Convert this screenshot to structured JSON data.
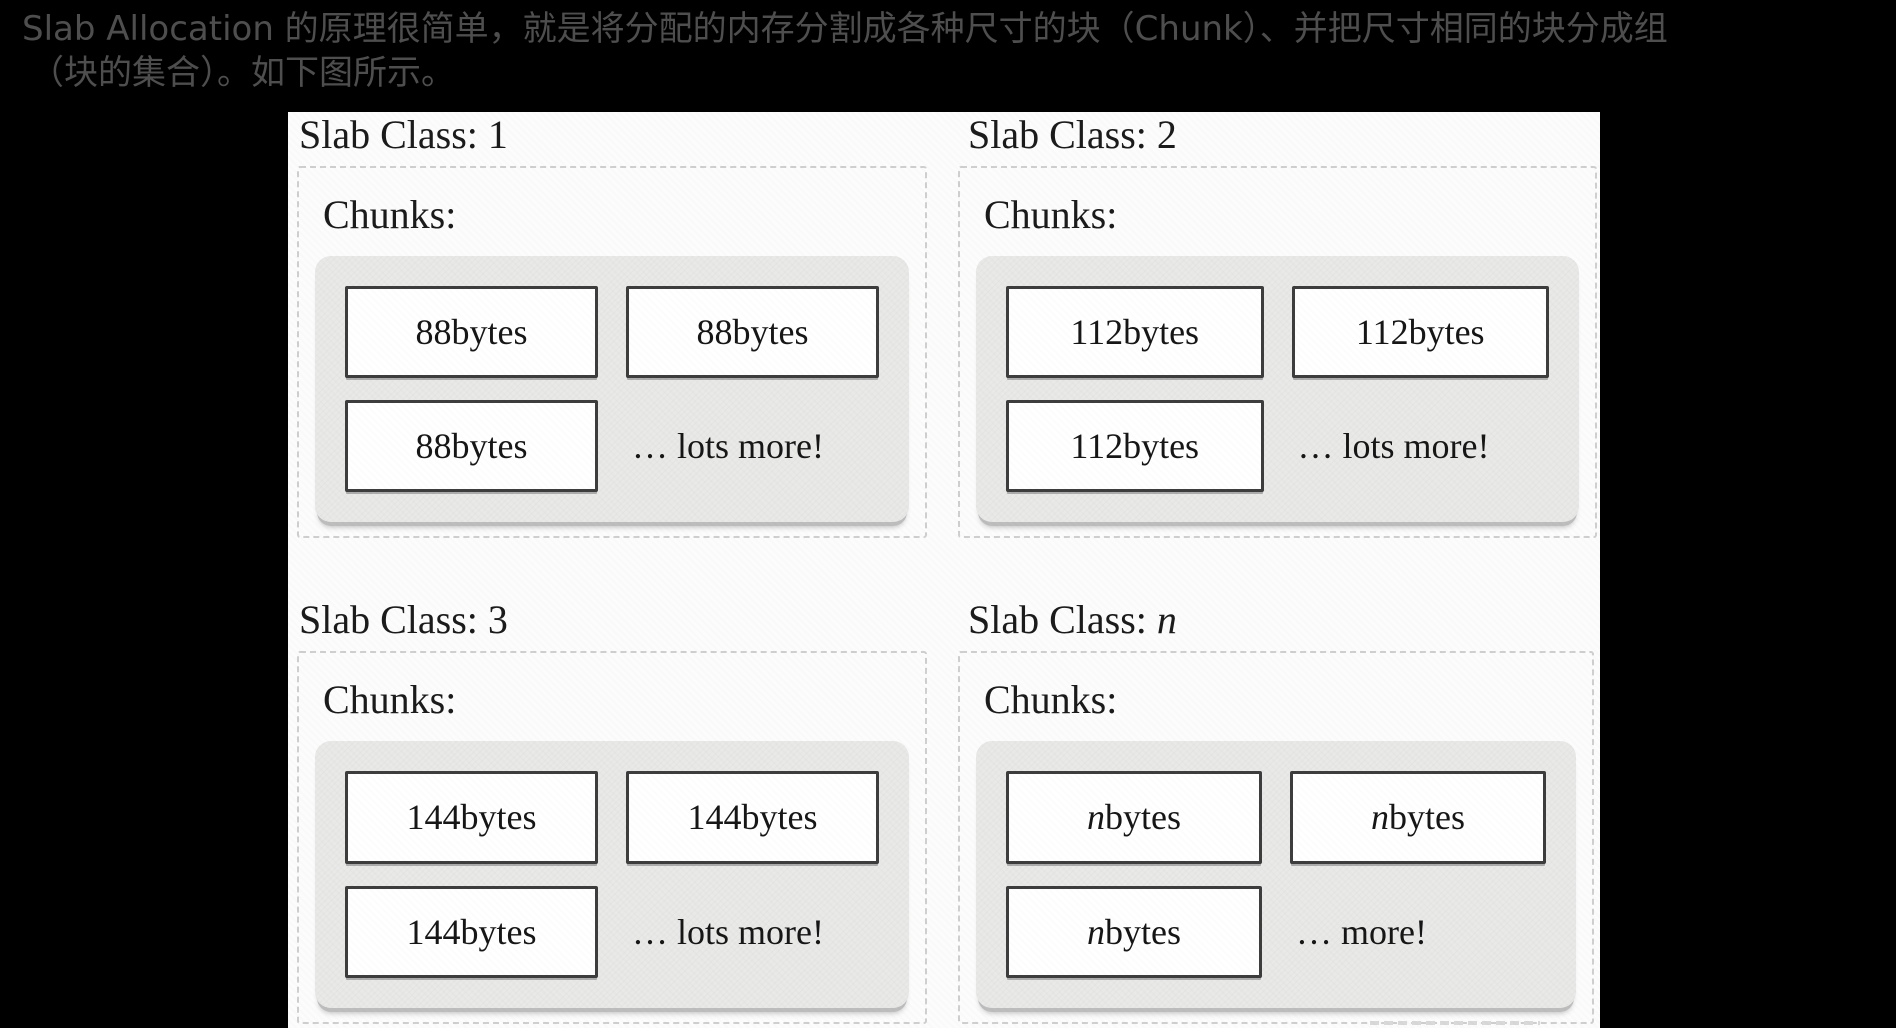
{
  "intro": {
    "lines": [
      "Slab Allocation 的原理很简单，就是将分配的内存分割成各种尺寸的块（Chunk）、并把尺寸相同的块分成组",
      "（块的集合）。如下图所示。"
    ]
  },
  "figure": {
    "chunks_label": "Chunks:",
    "quadrants": [
      {
        "title_prefix": "Slab Class: ",
        "title_value": "1",
        "value_style": "",
        "chunk_value": "88",
        "chunk_unit": " bytes",
        "chunk_boxes_shown": 3,
        "more_text": "… lots more!"
      },
      {
        "title_prefix": "Slab Class: ",
        "title_value": "2",
        "value_style": "",
        "chunk_value": "112",
        "chunk_unit": " bytes",
        "chunk_boxes_shown": 3,
        "more_text": "… lots more!"
      },
      {
        "title_prefix": "Slab Class: ",
        "title_value": "3",
        "value_style": "",
        "chunk_value": "144",
        "chunk_unit": " bytes",
        "chunk_boxes_shown": 3,
        "more_text": "… lots more!"
      },
      {
        "title_prefix": "Slab Class: ",
        "title_value": "n",
        "value_style": "font-style:italic",
        "chunk_value": "n",
        "chunk_unit": " bytes",
        "chunk_boxes_shown": 3,
        "more_text": "… more!"
      }
    ],
    "colors": {
      "page_background": "#000000",
      "intro_text": "#4e4e4e",
      "figure_background": "#fcfcfc",
      "tray_background": "#e9e9e8",
      "chunk_box_fill": "#ffffff",
      "chunk_box_border": "#3d3d3d",
      "panel_border": "#cfcfcf",
      "diagram_text": "#161616"
    }
  }
}
